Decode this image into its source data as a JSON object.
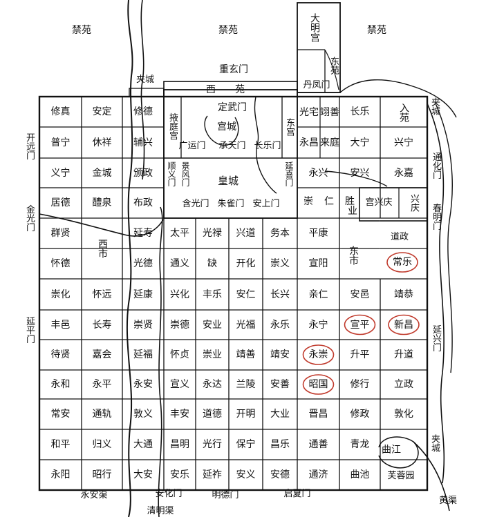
{
  "region_labels": {
    "jinyuan_left": "禁苑",
    "jinyuan_mid": "禁苑",
    "jinyuan_right": "禁苑",
    "damingong": "大明宫",
    "dongyuan": "东苑",
    "danfengmen": "丹凤门",
    "jiacheng_nw": "夹城",
    "chongxuanmen": "重玄门",
    "xiyuan_xi": "西",
    "xiyuan_yuan": "苑",
    "yetinggong": "掖庭宫",
    "dingwumen": "定武门",
    "gongcheng": "宫城",
    "dongong": "东宫",
    "guangyunmen": "广运门",
    "chengtianmen": "承天门",
    "changlemen": "长乐门",
    "anfumen": "顺义门",
    "jingfengmen": "景风门",
    "huangcheng": "皇城",
    "yanximen": "延喜门",
    "hanguangmen": "含光门",
    "zhuquemen": "朱雀门",
    "anshangmen": "安上门",
    "chonren_a": "崇",
    "chonren_b": "仁",
    "chonren_c": "胜",
    "chonren_d": "业",
    "xingqing_gong": "宫兴庆",
    "xingqing_xing": "兴庆",
    "daozheng": "道政",
    "xishi": "西市",
    "dongshi": "东市",
    "qujiang": "曲江",
    "furongyuan": "芙蓉园",
    "jiacheng_e_top": "夹城",
    "jiacheng_e_bot": "夹城",
    "kaiyuanmen": "开远门",
    "jinguangmen": "金光门",
    "yanpingmen": "延平门",
    "tonghuamen": "通化门",
    "chunmingmen": "春明门",
    "yanxingmen": "延兴门",
    "yonganqu": "永安渠",
    "anhuamen": "安化门",
    "mingdemen": "明德门",
    "qixiamen": "启夏门",
    "qingmingqu": "清明渠",
    "huangqu": "黄渠"
  },
  "wards": [
    {
      "name": "修真",
      "col": 0,
      "row": 0
    },
    {
      "name": "安定",
      "col": 1,
      "row": 0
    },
    {
      "name": "修德",
      "col": 2,
      "row": 0
    },
    {
      "name": "普宁",
      "col": 0,
      "row": 1
    },
    {
      "name": "休祥",
      "col": 1,
      "row": 1
    },
    {
      "name": "辅兴",
      "col": 2,
      "row": 1
    },
    {
      "name": "义宁",
      "col": 0,
      "row": 2
    },
    {
      "name": "金城",
      "col": 1,
      "row": 2
    },
    {
      "name": "颁政",
      "col": 2,
      "row": 2
    },
    {
      "name": "居德",
      "col": 0,
      "row": 3
    },
    {
      "name": "醴泉",
      "col": 1,
      "row": 3
    },
    {
      "name": "布政",
      "col": 2,
      "row": 3
    },
    {
      "name": "群贤",
      "col": 0,
      "row": 4
    },
    {
      "name": "延寿",
      "col": 2,
      "row": 4
    },
    {
      "name": "怀德",
      "col": 0,
      "row": 5
    },
    {
      "name": "光德",
      "col": 2,
      "row": 5
    },
    {
      "name": "崇化",
      "col": 0,
      "row": 6
    },
    {
      "name": "怀远",
      "col": 1,
      "row": 6
    },
    {
      "name": "延康",
      "col": 2,
      "row": 6
    },
    {
      "name": "丰邑",
      "col": 0,
      "row": 7
    },
    {
      "name": "长寿",
      "col": 1,
      "row": 7
    },
    {
      "name": "崇贤",
      "col": 2,
      "row": 7
    },
    {
      "name": "待贤",
      "col": 0,
      "row": 8
    },
    {
      "name": "嘉会",
      "col": 1,
      "row": 8
    },
    {
      "name": "延福",
      "col": 2,
      "row": 8
    },
    {
      "name": "永和",
      "col": 0,
      "row": 9
    },
    {
      "name": "永平",
      "col": 1,
      "row": 9
    },
    {
      "name": "永安",
      "col": 2,
      "row": 9
    },
    {
      "name": "常安",
      "col": 0,
      "row": 10
    },
    {
      "name": "通轨",
      "col": 1,
      "row": 10
    },
    {
      "name": "敦义",
      "col": 2,
      "row": 10
    },
    {
      "name": "和平",
      "col": 0,
      "row": 11
    },
    {
      "name": "归义",
      "col": 1,
      "row": 11
    },
    {
      "name": "大通",
      "col": 2,
      "row": 11
    },
    {
      "name": "永阳",
      "col": 0,
      "row": 12
    },
    {
      "name": "昭行",
      "col": 1,
      "row": 12
    },
    {
      "name": "大安",
      "col": 2,
      "row": 12
    },
    {
      "name": "太平",
      "col": 3,
      "row": 4
    },
    {
      "name": "光禄",
      "col": 4,
      "row": 4
    },
    {
      "name": "兴道",
      "col": 5,
      "row": 4
    },
    {
      "name": "务本",
      "col": 6,
      "row": 4
    },
    {
      "name": "平康",
      "col": 7,
      "row": 4
    },
    {
      "name": "通义",
      "col": 3,
      "row": 5
    },
    {
      "name": "缺",
      "col": 4,
      "row": 5
    },
    {
      "name": "开化",
      "col": 5,
      "row": 5
    },
    {
      "name": "崇义",
      "col": 6,
      "row": 5
    },
    {
      "name": "宣阳",
      "col": 7,
      "row": 5
    },
    {
      "name": "兴化",
      "col": 3,
      "row": 6
    },
    {
      "name": "丰乐",
      "col": 4,
      "row": 6
    },
    {
      "name": "安仁",
      "col": 5,
      "row": 6
    },
    {
      "name": "长兴",
      "col": 6,
      "row": 6
    },
    {
      "name": "亲仁",
      "col": 7,
      "row": 6
    },
    {
      "name": "崇德",
      "col": 3,
      "row": 7
    },
    {
      "name": "安业",
      "col": 4,
      "row": 7
    },
    {
      "name": "光福",
      "col": 5,
      "row": 7
    },
    {
      "name": "永乐",
      "col": 6,
      "row": 7
    },
    {
      "name": "永宁",
      "col": 7,
      "row": 7
    },
    {
      "name": "怀贞",
      "col": 3,
      "row": 8
    },
    {
      "name": "崇业",
      "col": 4,
      "row": 8
    },
    {
      "name": "靖善",
      "col": 5,
      "row": 8
    },
    {
      "name": "靖安",
      "col": 6,
      "row": 8
    },
    {
      "name": "永崇",
      "col": 7,
      "row": 8
    },
    {
      "name": "宣义",
      "col": 3,
      "row": 9
    },
    {
      "name": "永达",
      "col": 4,
      "row": 9
    },
    {
      "name": "兰陵",
      "col": 5,
      "row": 9
    },
    {
      "name": "安善",
      "col": 6,
      "row": 9
    },
    {
      "name": "昭国",
      "col": 7,
      "row": 9
    },
    {
      "name": "丰安",
      "col": 3,
      "row": 10
    },
    {
      "name": "道德",
      "col": 4,
      "row": 10
    },
    {
      "name": "开明",
      "col": 5,
      "row": 10
    },
    {
      "name": "大业",
      "col": 6,
      "row": 10
    },
    {
      "name": "晋昌",
      "col": 7,
      "row": 10
    },
    {
      "name": "昌明",
      "col": 3,
      "row": 11
    },
    {
      "name": "光行",
      "col": 4,
      "row": 11
    },
    {
      "name": "保宁",
      "col": 5,
      "row": 11
    },
    {
      "name": "昌乐",
      "col": 6,
      "row": 11
    },
    {
      "name": "通善",
      "col": 7,
      "row": 11
    },
    {
      "name": "安乐",
      "col": 3,
      "row": 12
    },
    {
      "name": "延祚",
      "col": 4,
      "row": 12
    },
    {
      "name": "安义",
      "col": 5,
      "row": 12
    },
    {
      "name": "安德",
      "col": 6,
      "row": 12
    },
    {
      "name": "通济",
      "col": 7,
      "row": 12
    },
    {
      "name": "长乐",
      "col": 8,
      "row": 0
    },
    {
      "name": "大宁",
      "col": 8,
      "row": 1
    },
    {
      "name": "兴宁",
      "col": 9,
      "row": 1
    },
    {
      "name": "永兴",
      "col": 7,
      "row": 2
    },
    {
      "name": "安兴",
      "col": 8,
      "row": 2
    },
    {
      "name": "永嘉",
      "col": 9,
      "row": 2
    },
    {
      "name": "安邑",
      "col": 8,
      "row": 6
    },
    {
      "name": "靖恭",
      "col": 9,
      "row": 6
    },
    {
      "name": "宣平",
      "col": 8,
      "row": 7
    },
    {
      "name": "新昌",
      "col": 9,
      "row": 7
    },
    {
      "name": "升平",
      "col": 8,
      "row": 8
    },
    {
      "name": "升道",
      "col": 9,
      "row": 8
    },
    {
      "name": "修行",
      "col": 8,
      "row": 9
    },
    {
      "name": "立政",
      "col": 9,
      "row": 9
    },
    {
      "name": "修政",
      "col": 8,
      "row": 10
    },
    {
      "name": "敦化",
      "col": 9,
      "row": 10
    },
    {
      "name": "青龙",
      "col": 8,
      "row": 11
    },
    {
      "name": "曲池",
      "col": 8,
      "row": 12
    }
  ],
  "small_wards": [
    {
      "name": "光宅",
      "key": "guangzhai"
    },
    {
      "name": "翊善",
      "key": "yishan"
    },
    {
      "name": "永昌",
      "key": "yongchang"
    },
    {
      "name": "来庭",
      "key": "laiting"
    },
    {
      "name": "入苑",
      "key": "ruyuan"
    },
    {
      "name": "常乐",
      "key": "changle"
    }
  ],
  "circled_wards": [
    "常乐",
    "宣平",
    "新昌",
    "永崇",
    "昭国"
  ],
  "colors": {
    "line": "#111111",
    "circle": "#c0392b"
  }
}
